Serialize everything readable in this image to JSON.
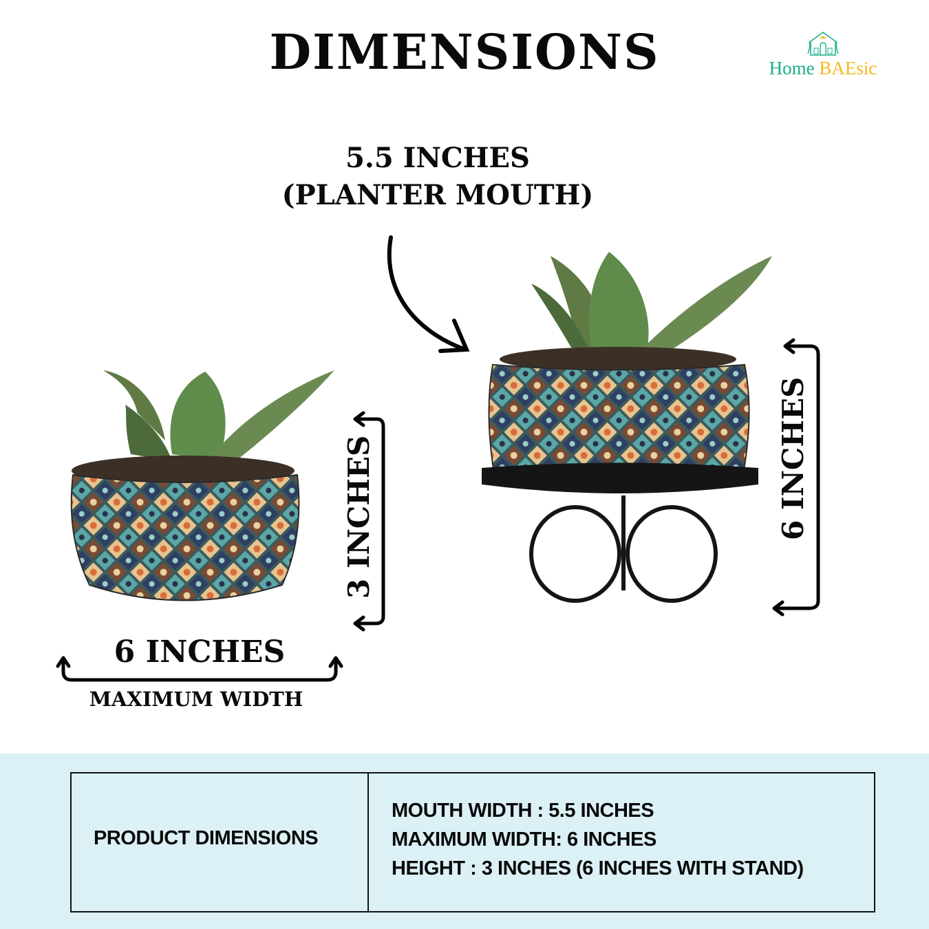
{
  "header": {
    "title": "DIMENSIONS"
  },
  "logo": {
    "text_part1": "Home ",
    "text_part2": "BAEsic",
    "color_primary": "#1aae8a",
    "color_accent": "#f5b81c"
  },
  "annotations": {
    "mouth_size": "5.5 INCHES",
    "mouth_caption": "(PLANTER MOUTH)",
    "left_height": "3 INCHES",
    "right_height": "6 INCHES",
    "width": "6 INCHES",
    "width_caption": "MAXIMUM WIDTH"
  },
  "table": {
    "heading": "PRODUCT DIMENSIONS",
    "specs": [
      "MOUTH WIDTH : 5.5 INCHES",
      "MAXIMUM WIDTH: 6 INCHES",
      "HEIGHT : 3 INCHES  (6 INCHES WITH STAND)"
    ]
  },
  "colors": {
    "band": "#dcf1f6",
    "text": "#0a0a0a"
  }
}
